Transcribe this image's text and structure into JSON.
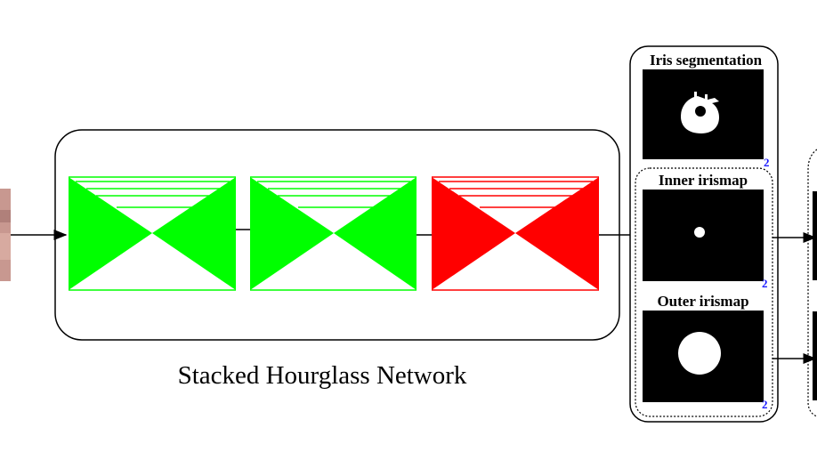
{
  "network_caption": "Stacked Hourglass Network",
  "outputs": {
    "iris_segmentation": {
      "title": "Iris segmentation",
      "badge": "2"
    },
    "inner_irismap": {
      "title": "Inner irismap",
      "badge": "2"
    },
    "outer_irismap": {
      "title": "Outer irismap",
      "badge": "2"
    }
  },
  "colors": {
    "hourglass_green": "#00ff00",
    "hourglass_red": "#ff0000",
    "badge_blue": "#1a1aff",
    "eye_skin": "#c89890"
  }
}
